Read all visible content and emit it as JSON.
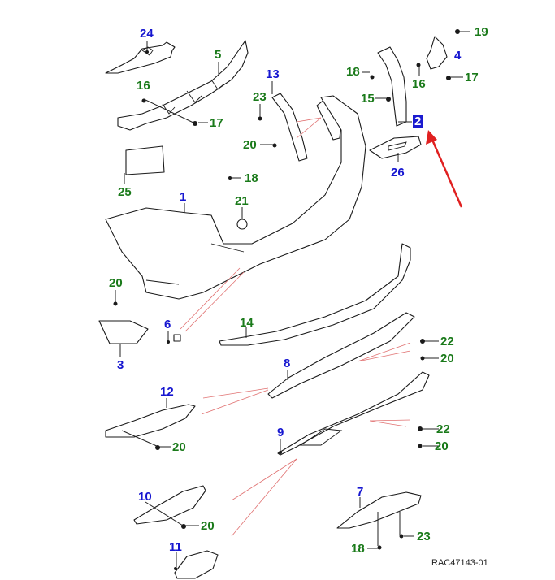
{
  "diagram": {
    "title": "Rear bumper exploded parts diagram",
    "reference_code": "RAC47143-01",
    "colors": {
      "part_number_primary": "#1616d0",
      "part_number_fastener": "#1a7a1a",
      "highlight_bg": "#1b1bd0",
      "callout_arrow": "#e02020",
      "reference_lines": "#e07070"
    },
    "highlighted_part": "2",
    "labels": [
      {
        "id": "24",
        "text": "24",
        "color": "blue"
      },
      {
        "id": "5",
        "text": "5",
        "color": "green"
      },
      {
        "id": "16a",
        "text": "16",
        "color": "green"
      },
      {
        "id": "17a",
        "text": "17",
        "color": "green"
      },
      {
        "id": "13",
        "text": "13",
        "color": "blue"
      },
      {
        "id": "23a",
        "text": "23",
        "color": "green"
      },
      {
        "id": "20a",
        "text": "20",
        "color": "green"
      },
      {
        "id": "19",
        "text": "19",
        "color": "green"
      },
      {
        "id": "4",
        "text": "4",
        "color": "blue"
      },
      {
        "id": "18a",
        "text": "18",
        "color": "green"
      },
      {
        "id": "16b",
        "text": "16",
        "color": "green"
      },
      {
        "id": "17b",
        "text": "17",
        "color": "green"
      },
      {
        "id": "15",
        "text": "15",
        "color": "green"
      },
      {
        "id": "2",
        "text": "2",
        "color": "highlight"
      },
      {
        "id": "26",
        "text": "26",
        "color": "blue"
      },
      {
        "id": "25",
        "text": "25",
        "color": "green"
      },
      {
        "id": "18b",
        "text": "18",
        "color": "green"
      },
      {
        "id": "1",
        "text": "1",
        "color": "blue"
      },
      {
        "id": "21",
        "text": "21",
        "color": "green"
      },
      {
        "id": "20b",
        "text": "20",
        "color": "green"
      },
      {
        "id": "3",
        "text": "3",
        "color": "blue"
      },
      {
        "id": "6",
        "text": "6",
        "color": "blue"
      },
      {
        "id": "14",
        "text": "14",
        "color": "green"
      },
      {
        "id": "22a",
        "text": "22",
        "color": "green"
      },
      {
        "id": "20c",
        "text": "20",
        "color": "green"
      },
      {
        "id": "8",
        "text": "8",
        "color": "blue"
      },
      {
        "id": "12",
        "text": "12",
        "color": "blue"
      },
      {
        "id": "20d",
        "text": "20",
        "color": "green"
      },
      {
        "id": "9",
        "text": "9",
        "color": "blue"
      },
      {
        "id": "22b",
        "text": "22",
        "color": "green"
      },
      {
        "id": "20e",
        "text": "20",
        "color": "green"
      },
      {
        "id": "10",
        "text": "10",
        "color": "blue"
      },
      {
        "id": "20f",
        "text": "20",
        "color": "green"
      },
      {
        "id": "7",
        "text": "7",
        "color": "blue"
      },
      {
        "id": "11",
        "text": "11",
        "color": "blue"
      },
      {
        "id": "18c",
        "text": "18",
        "color": "green"
      },
      {
        "id": "23b",
        "text": "23",
        "color": "green"
      }
    ]
  }
}
